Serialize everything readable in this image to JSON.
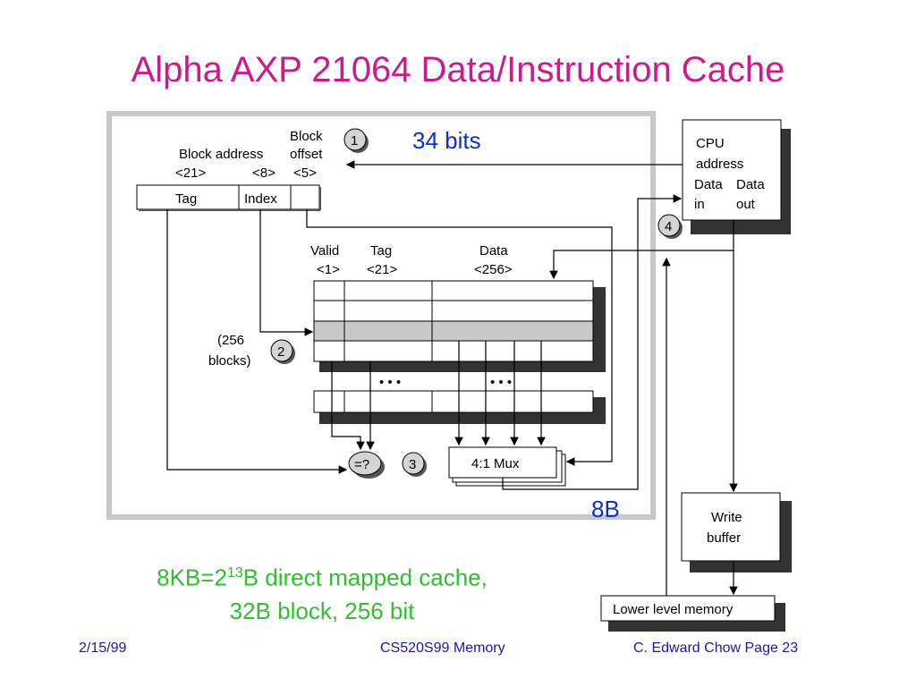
{
  "title": "Alpha AXP 21064 Data/Instruction Cache",
  "labels": {
    "block_address": "Block address",
    "block": "Block",
    "offset": "offset",
    "tag_width": "<21>",
    "index_width": "<8>",
    "offset_width": "<5>",
    "tag": "Tag",
    "index": "Index",
    "valid": "Valid",
    "valid_width": "<1>",
    "col_tag": "Tag",
    "col_tag_width": "<21>",
    "data": "Data",
    "data_width": "<256>",
    "blocks_line1": "(256",
    "blocks_line2": "blocks)",
    "dots1": "• • •",
    "dots2": "• • •",
    "compare": "=?",
    "mux": "4:1 Mux",
    "cpu": "CPU",
    "address": "address",
    "data_in_1": "Data",
    "data_in_2": "in",
    "data_out_1": "Data",
    "data_out_2": "out",
    "write_1": "Write",
    "write_2": "buffer",
    "lower_memory": "Lower level memory",
    "step1": "1",
    "step2": "2",
    "step3": "3",
    "step4": "4"
  },
  "annotations": {
    "bits": "34 bits",
    "eight_b": "8B"
  },
  "caption": {
    "line1_pre": "8KB=2",
    "line1_sup": "13",
    "line1_post": "B direct mapped cache,",
    "line2": "32B block, 256 bit"
  },
  "footer": {
    "date": "2/15/99",
    "course": "CS520S99 Memory",
    "author": "C. Edward Chow Page 23"
  }
}
